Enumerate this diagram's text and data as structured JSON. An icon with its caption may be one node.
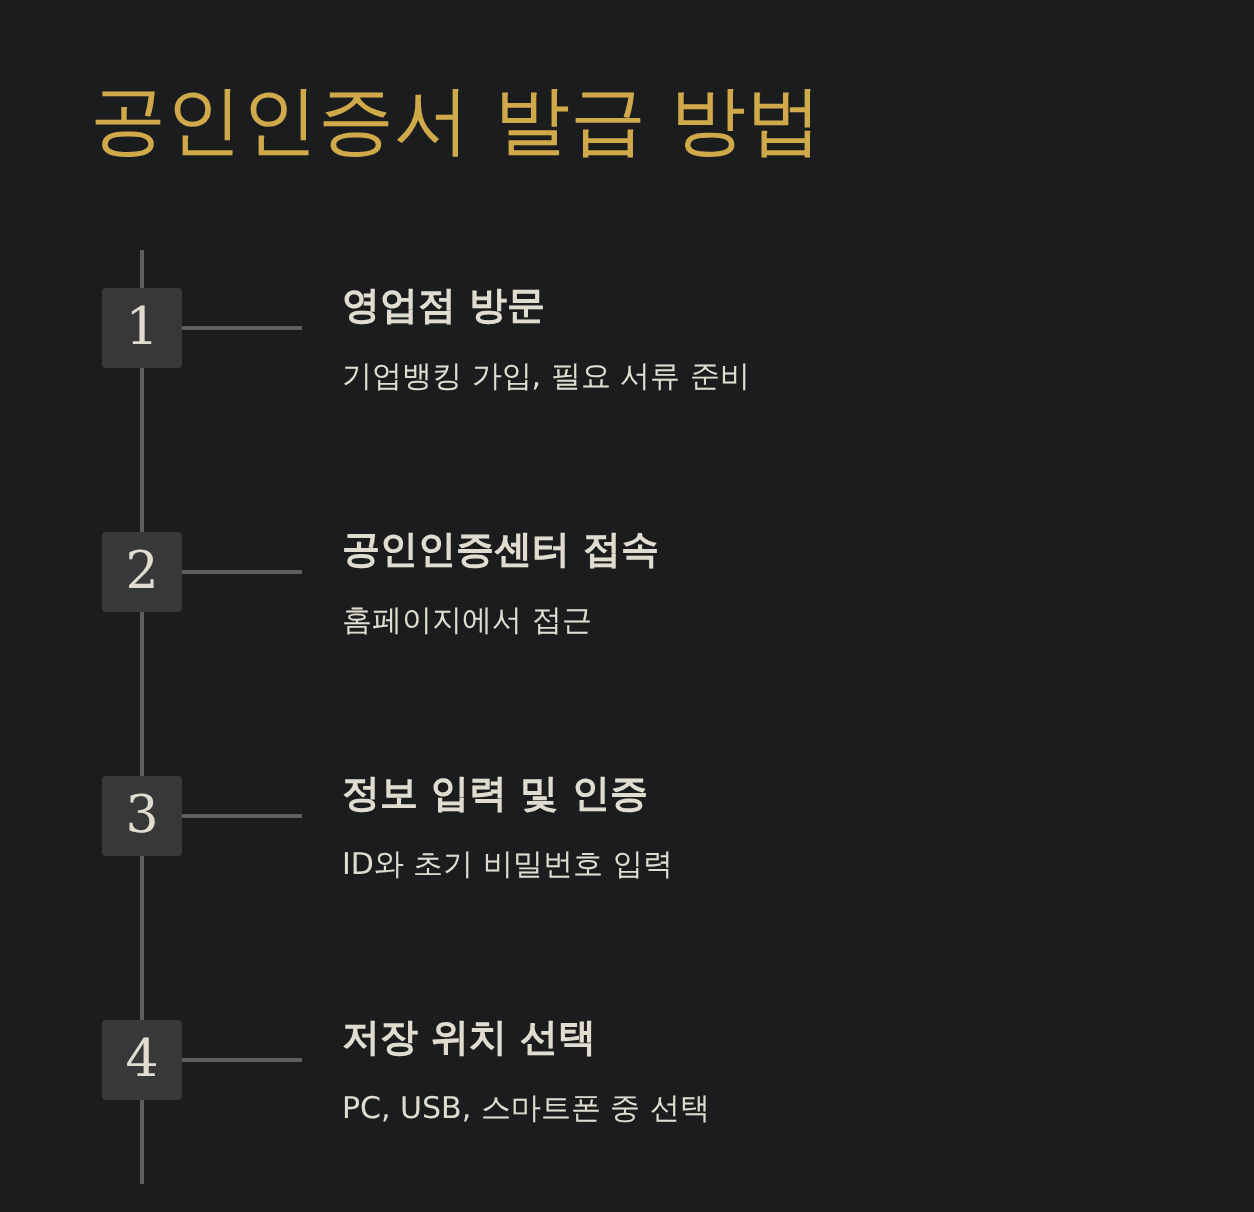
{
  "diagram": {
    "title": "공인인증서 발급 방법",
    "nodes": [
      {
        "text": [
          "1"
        ]
      },
      {
        "text": [
          "영업점 방문",
          "기업뱅킹 가입, 필요 서류 준비"
        ]
      },
      {
        "text": [
          "2"
        ]
      },
      {
        "text": [
          "공인인증센터 접속",
          "홈페이지에서 접근"
        ]
      },
      {
        "text": [
          "3"
        ]
      },
      {
        "text": [
          "정보 입력 및 인증",
          "ID와 초기 비밀번호 입력"
        ]
      },
      {
        "text": [
          "4"
        ]
      },
      {
        "text": [
          "저장 위치 선택",
          "PC, USB, 스마트폰 중 선택"
        ]
      }
    ],
    "edges": [
      {
        "from": 0,
        "to": 1,
        "arrow": "none"
      },
      {
        "from": 2,
        "to": 3,
        "arrow": "none"
      },
      {
        "from": 4,
        "to": 5,
        "arrow": "none"
      },
      {
        "from": 6,
        "to": 7,
        "arrow": "none"
      },
      {
        "from": 0,
        "to": 2,
        "arrow": "none"
      },
      {
        "from": 2,
        "to": 4,
        "arrow": "none"
      },
      {
        "from": 4,
        "to": 6,
        "arrow": "none"
      }
    ]
  }
}
